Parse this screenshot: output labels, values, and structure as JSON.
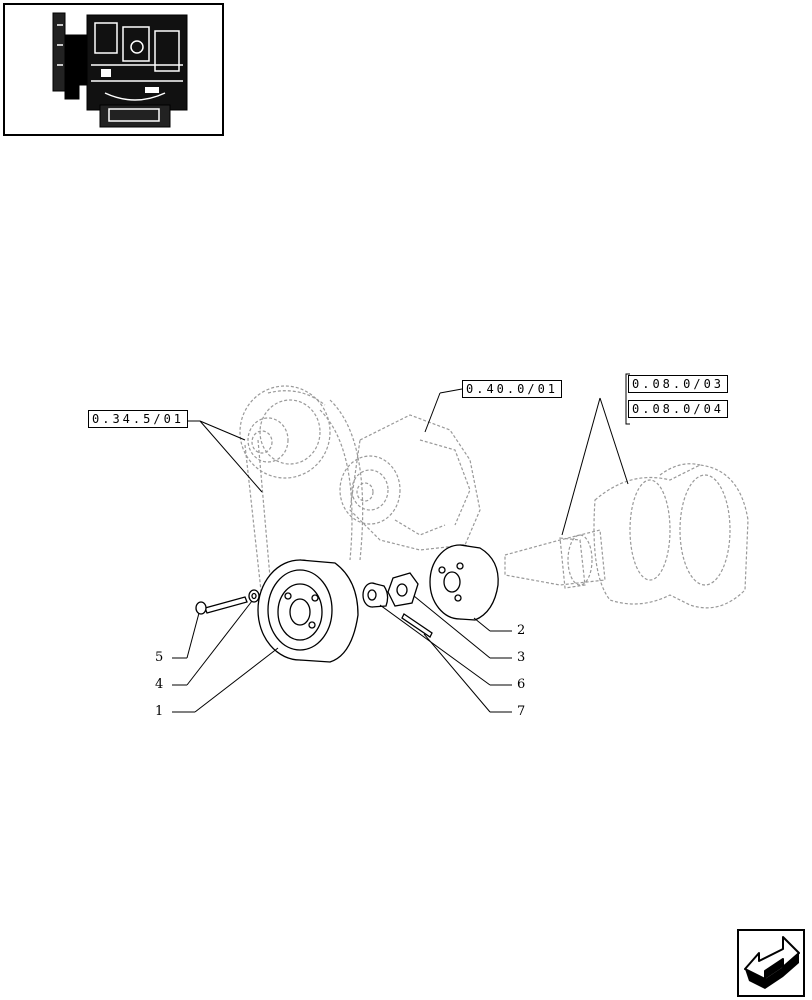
{
  "references": {
    "ref_0345": "0.34.5/01",
    "ref_0400": "0.40.0/01",
    "ref_0080_03": "0.08.0/03",
    "ref_0080_04": "0.08.0/04"
  },
  "callouts": {
    "c1": "1",
    "c2": "2",
    "c3": "3",
    "c4": "4",
    "c5": "5",
    "c6": "6",
    "c7": "7"
  },
  "icons": {
    "thumbnail": "engine-thumbnail-icon",
    "nav": "next-page-arrow-icon"
  }
}
